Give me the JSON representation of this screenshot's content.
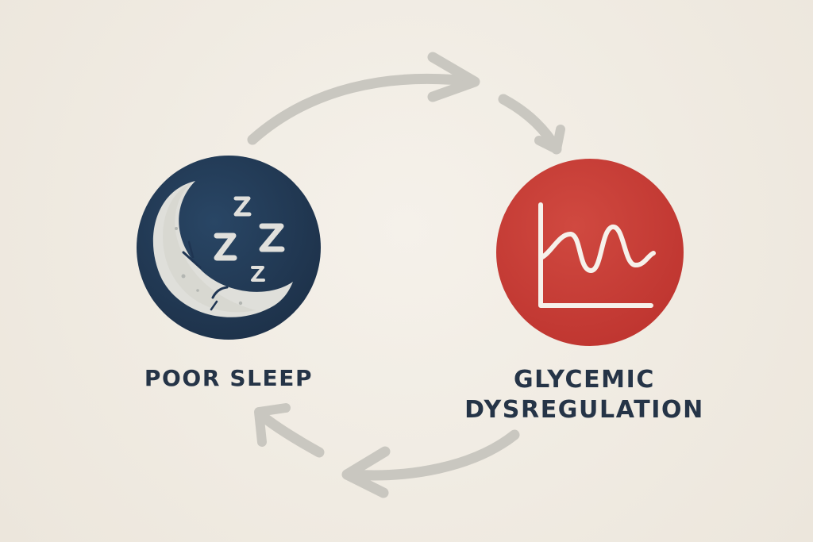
{
  "diagram": {
    "nodes": [
      {
        "id": "poor-sleep",
        "label": "POOR SLEEP",
        "icon": "moon-zzz-icon",
        "color": "#223754"
      },
      {
        "id": "glycemic-dysregulation",
        "label_lines": [
          "GLYCEMIC",
          "DYSREGULATION"
        ],
        "icon": "glucose-chart-icon",
        "color": "#c93a35"
      }
    ],
    "cycle": {
      "direction": "clockwise",
      "arrow_color": "#c9c7c0"
    }
  }
}
